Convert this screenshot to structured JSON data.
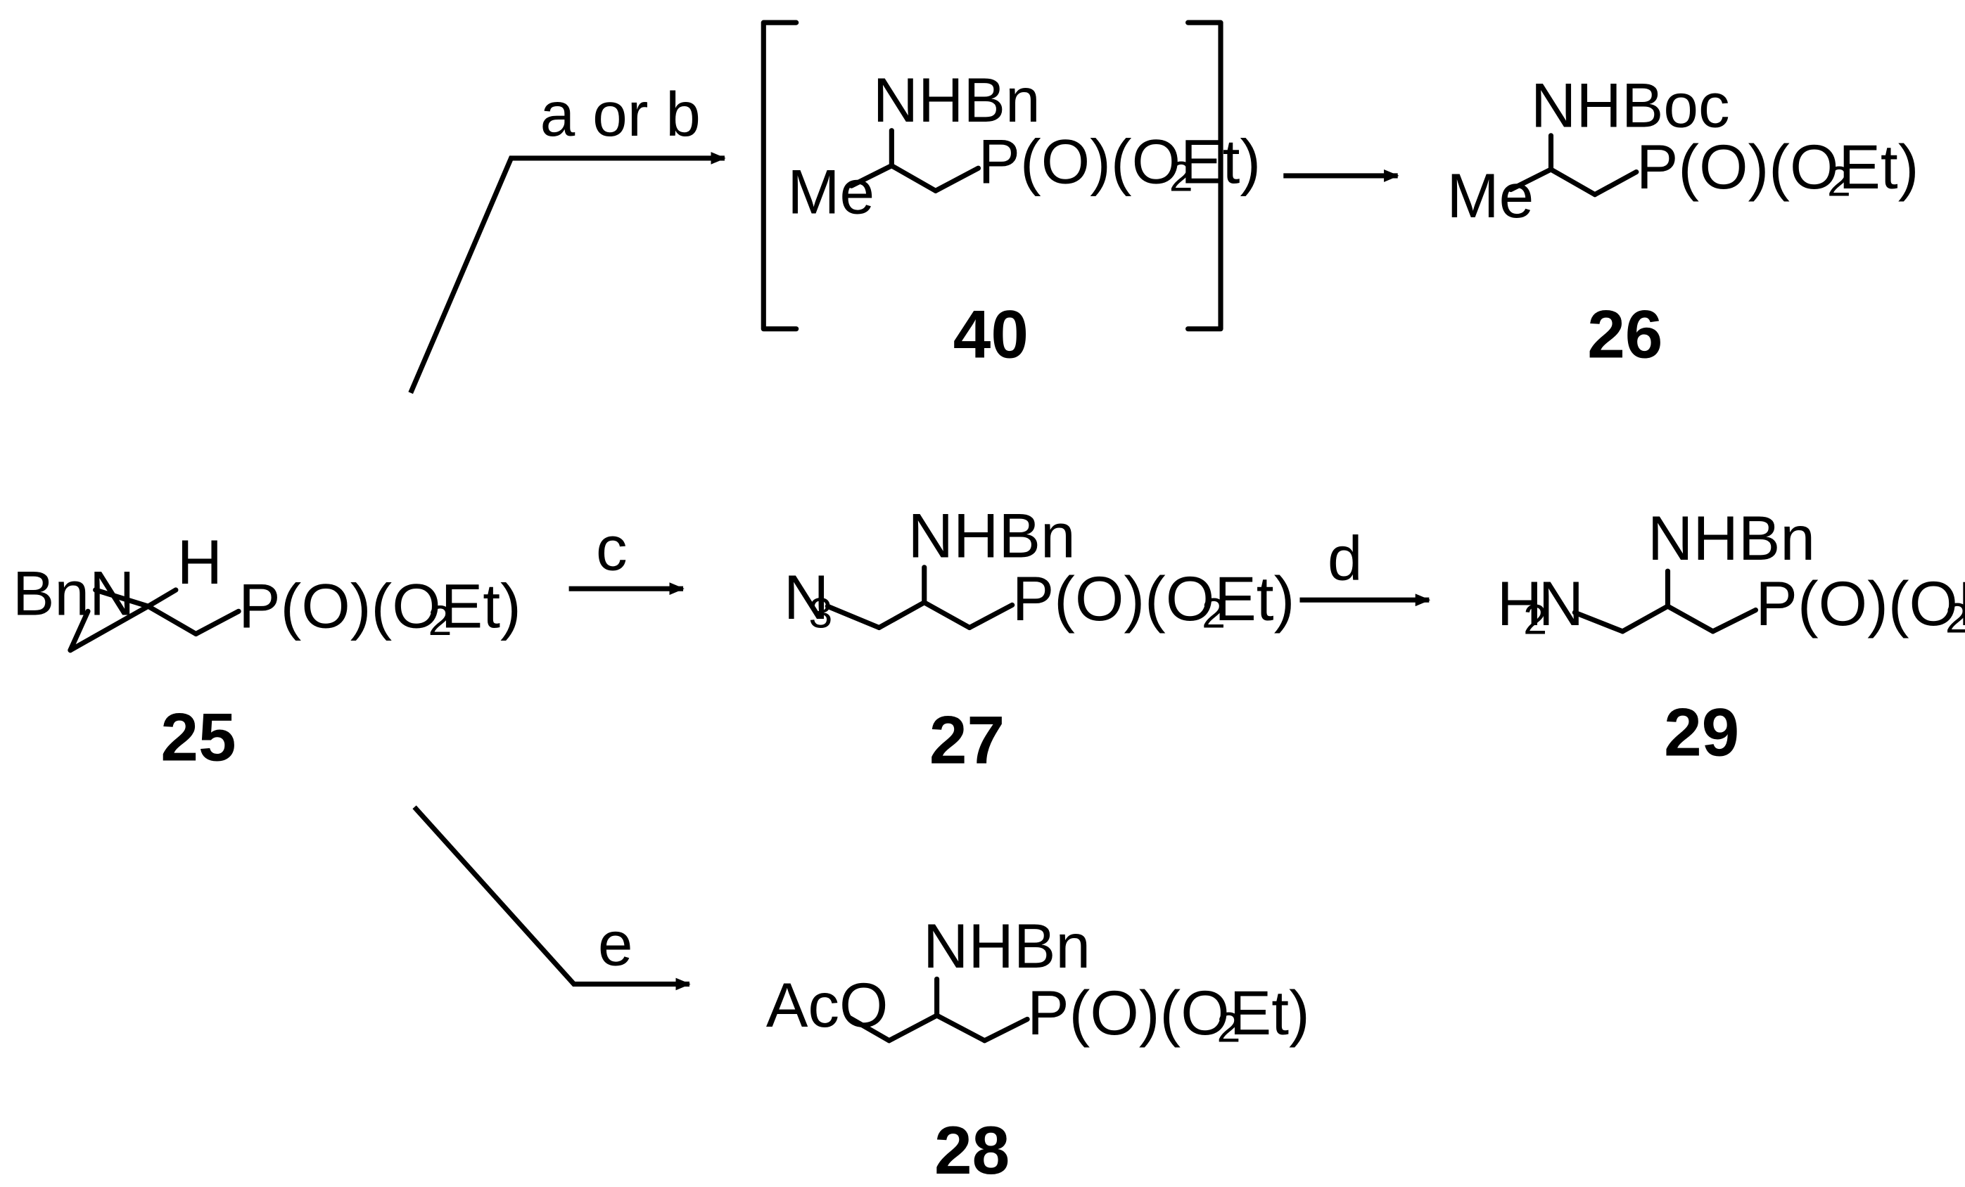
{
  "conditions": {
    "a_or_b": "a or b",
    "c": "c",
    "d": "d",
    "e": "e"
  },
  "labels": {
    "NHBn": "NHBn",
    "NHBoc": "NHBoc",
    "Me": "Me",
    "P_OEt": "P(O)(OEt)",
    "sub_2": "2",
    "Bn": "BnN",
    "H": "H",
    "N": "N",
    "sub_3": "3",
    "H2N_H": "H",
    "H2N_N": "N",
    "AcO": "AcO"
  },
  "compounds": {
    "c25": "25",
    "c40": "40",
    "c26": "26",
    "c27": "27",
    "c29": "29",
    "c28": "28"
  }
}
